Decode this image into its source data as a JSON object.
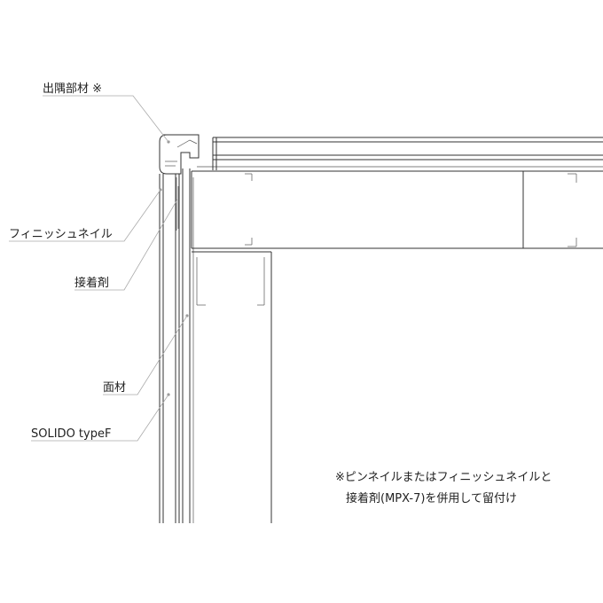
{
  "labels": {
    "corner_member": "出隅部材 ※",
    "finish_nail": "フィニッシュネイル",
    "adhesive": "接着剤",
    "face_material": "面材",
    "solido": "SOLIDO typeF"
  },
  "note": {
    "line1": "※ピンネイルまたはフィニッシュネイルと",
    "line2": "接着剤(MPX-7)を併用して留付け"
  }
}
